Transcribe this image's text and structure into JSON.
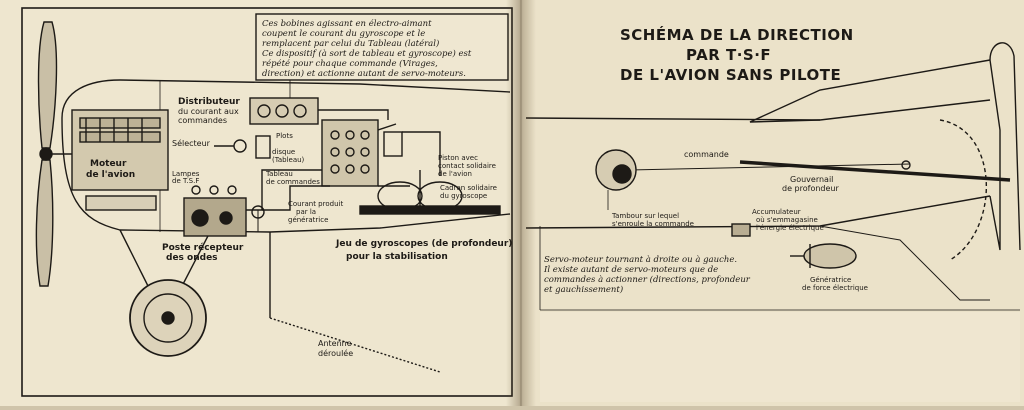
{
  "title": {
    "line1": "SCHÉMA DE LA DIRECTION",
    "line2": "PAR T·S·F",
    "line3": "DE L'AVION SANS PILOTE"
  },
  "note": {
    "line1": "Ces bobines agissant en électro-aimant",
    "line2": "coupent le courant du gyroscope et le",
    "line3": "remplacent par celui du Tableau (latéral)",
    "line4": "Ce dispositif (à sort de tableau et gyroscope) est",
    "line5": "répété pour chaque commande (Virages,",
    "line6": "direction) et actionne autant de servo-moteurs."
  },
  "left_labels": {
    "moteur1": "Moteur",
    "moteur2": "de l'avion",
    "distributeur1": "Distributeur",
    "distributeur2": "du courant aux",
    "distributeur3": "commandes",
    "selecteur": "Sélecteur",
    "plots": "Plots",
    "disque1": "disque",
    "disque2": "(Tableau)",
    "tableau1": "Tableau",
    "tableau2": "de commandes",
    "lampes1": "Lampes",
    "lampes2": "de T.S.F",
    "piston1": "Piston avec",
    "piston2": "contact solidaire",
    "piston3": "de l'avion",
    "cadran1": "Cadran solidaire",
    "cadran2": "du gyroscope",
    "courant1": "Courant produit",
    "courant2": "par la",
    "courant3": "génératrice",
    "poste1": "Poste récepteur",
    "poste2": "des ondes",
    "jeu1": "Jeu de gyroscopes (de profondeur)",
    "jeu2": "pour la stabilisation",
    "antenne1": "Antenne",
    "antenne2": "déroulée"
  },
  "right_labels": {
    "commande": "commande",
    "gouvernail1": "Gouvernail",
    "gouvernail2": "de profondeur",
    "tambour1": "Tambour sur lequel",
    "tambour2": "s'enroule la commande",
    "accumulateur1": "Accumulateur",
    "accumulateur2": "où s'emmagasine",
    "accumulateur3": "l'énergie électrique",
    "servo1": "Servo-moteur tournant à droite ou à gauche.",
    "servo2": "Il existe autant de servo-moteurs que de",
    "servo3": "commandes à actionner (directions, profondeur",
    "servo4": "et gauchissement)",
    "generatrice1": "Génératrice",
    "generatrice2": "de force électrique"
  },
  "colors": {
    "paper": "#ece3cc",
    "ink": "#1d1a16"
  }
}
